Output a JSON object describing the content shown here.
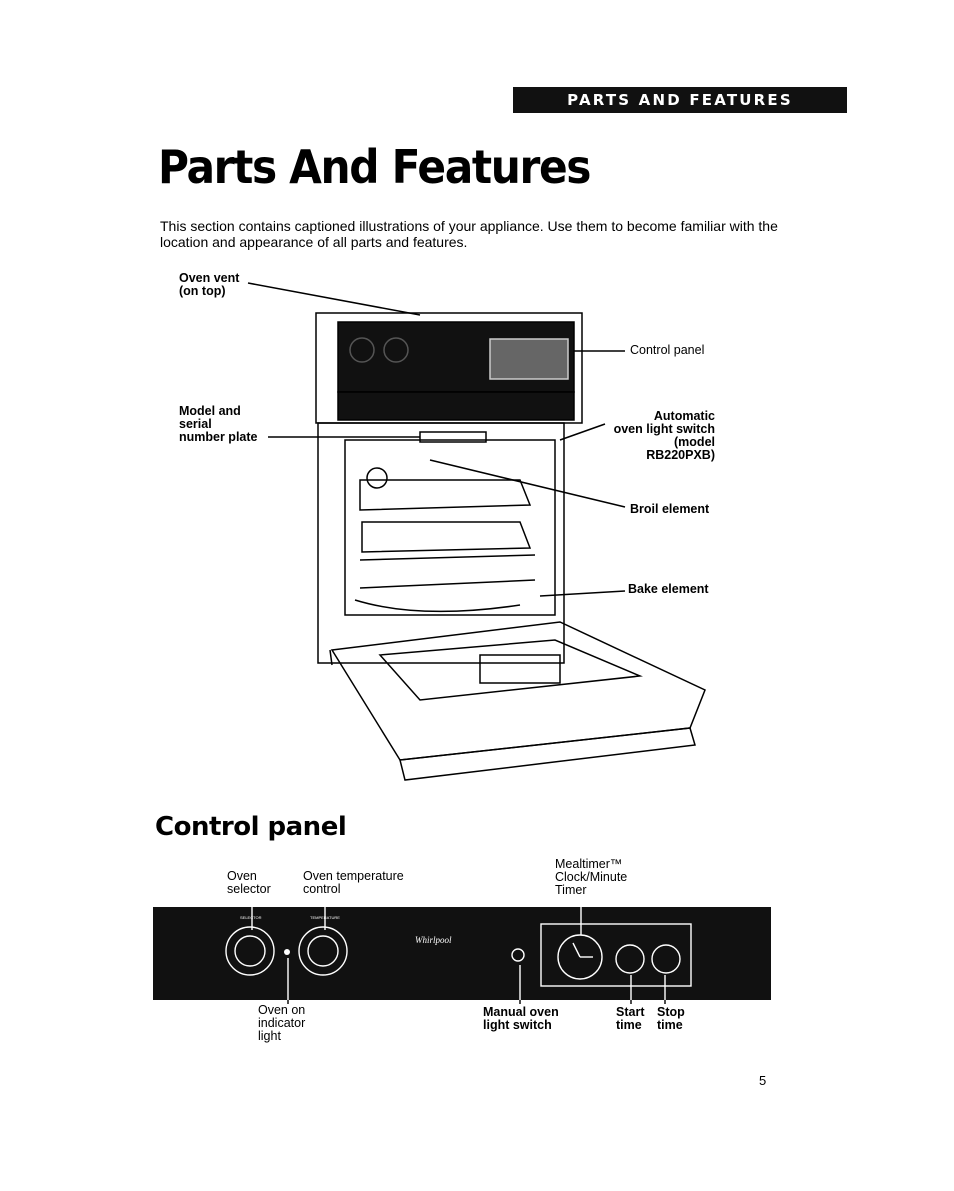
{
  "header": {
    "section_tab": "PARTS AND FEATURES"
  },
  "page": {
    "title": "Parts And Features",
    "intro": "This section contains captioned illustrations of your appliance. Use them to become familiar with the location and appearance of all parts and features.",
    "page_number": "5"
  },
  "oven_diagram": {
    "labels": {
      "oven_vent": "Oven vent\n(on top)",
      "model_serial": "Model and\nserial\nnumber plate",
      "control_panel": "Control panel",
      "auto_light": "Automatic\noven light switch\n(model\nRB220PXB)",
      "broil": "Broil element",
      "bake": "Bake element"
    }
  },
  "control_panel_section": {
    "title": "Control panel",
    "labels": {
      "oven_selector": "Oven\nselector",
      "oven_temp": "Oven temperature\ncontrol",
      "mealtimer": "Mealtimer™\nClock/Minute\nTimer",
      "oven_on": "Oven on\nindicator\nlight",
      "manual_light": "Manual oven\nlight switch",
      "start_time": "Start\ntime",
      "stop_time": "Stop\ntime"
    },
    "panel_text": {
      "brand": "Whirlpool",
      "knob1": "SELECTOR",
      "knob2": "TEMPERATURE"
    }
  }
}
